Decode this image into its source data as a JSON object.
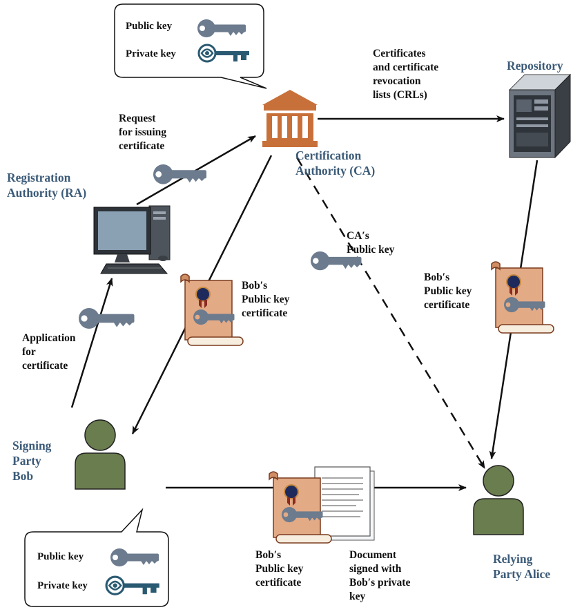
{
  "entities": {
    "ca": [
      "Certification",
      "Authority (CA)"
    ],
    "ra": [
      "Registration",
      "Authority (RA)"
    ],
    "repository": "Repository",
    "bob": [
      "Signing",
      "Party",
      "Bob"
    ],
    "alice": [
      "Relying",
      "Party Alice"
    ]
  },
  "labels": {
    "crl": [
      "Certificates",
      "and certificate",
      "revocation",
      "lists (CRLs)"
    ],
    "request": [
      "Request",
      "for issuing",
      "certificate"
    ],
    "ca_public_key": [
      "CA′s",
      "Public key"
    ],
    "bob_cert_middle": [
      "Bob′s",
      "Public key",
      "certificate"
    ],
    "bob_cert_repo": [
      "Bob′s",
      "Public key",
      "certificate"
    ],
    "application": [
      "Application",
      "for",
      "certificate"
    ],
    "bob_cert_bottom": [
      "Bob′s",
      "Public key",
      "certificate"
    ],
    "document": [
      "Document",
      "signed with",
      "Bob′s private",
      "key"
    ]
  },
  "legend_top": {
    "public_key": "Public key",
    "private_key": "Private key"
  },
  "legend_bottom": {
    "public_key": "Public key",
    "private_key": "Private key"
  },
  "colors": {
    "entity_text": "#3c5b78",
    "building": "#c8703a",
    "key_gray": "#6c7b8d",
    "key_blue": "#2a5a72",
    "person": "#6a7d4f",
    "scroll": "#e3aa86",
    "seal": "#1e2a5c"
  }
}
